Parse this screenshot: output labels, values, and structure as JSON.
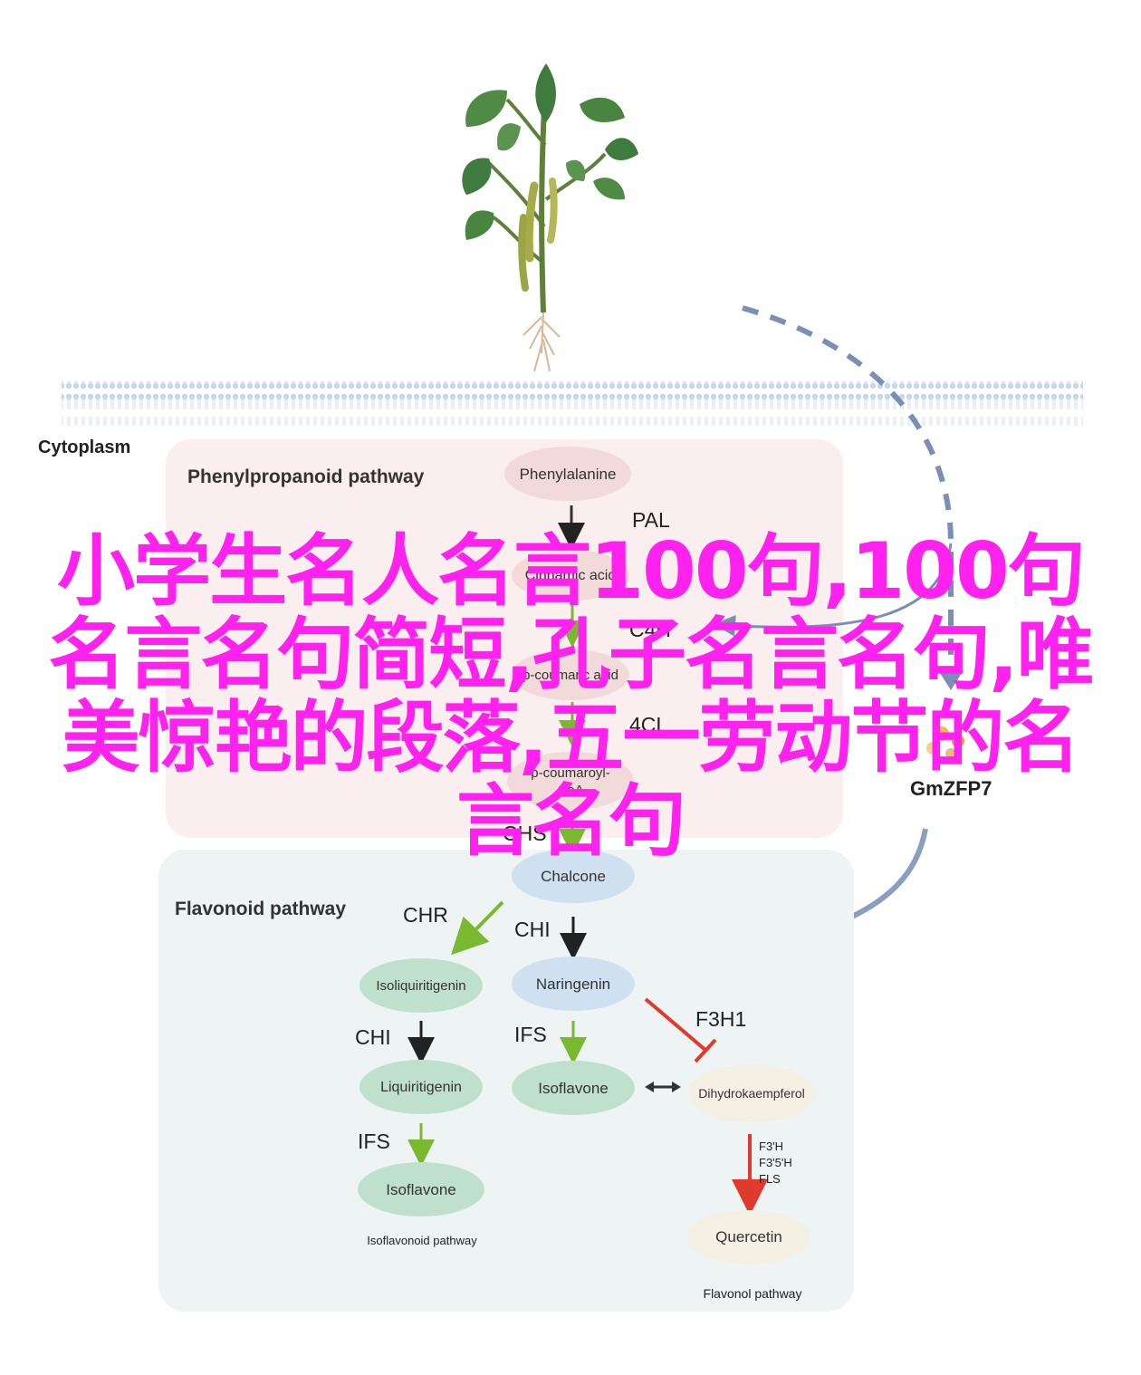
{
  "compartment_label": "Cytoplasm",
  "phenylpropanoid": {
    "title": "Phenylpropanoid pathway",
    "nodes": [
      "Phenylalanine",
      "Cinnamic acid",
      "p-coumaric acid",
      "p-coumaroyl-",
      "CoA"
    ],
    "enzymes": [
      "PAL",
      "C4H",
      "4CL",
      "CHS"
    ]
  },
  "regulator": "GmZFP7",
  "flavonoid": {
    "title": "Flavonoid pathway",
    "chalcone": "Chalcone",
    "chr": "CHR",
    "chi": "CHI",
    "isoliquiritigenin": "Isoliquiritigenin",
    "naringenin": "Naringenin",
    "chi2": "CHI",
    "ifs": "IFS",
    "f3h1": "F3H1",
    "liquiritigenin": "Liquiritigenin",
    "isoflavone_center": "Isoflavone",
    "dihydrokaempferol": "Dihydrokaempferol",
    "ifs2": "IFS",
    "f3h_group": [
      "F3'H",
      "F3'5'H",
      "FLS"
    ],
    "isoflavone_left": "Isoflavone",
    "quercetin": "Quercetin",
    "isoflavonoid_label": "Isoflavonoid pathway",
    "flavonol_label": "Flavonol pathway"
  },
  "overlay_text": "小学生名人名言100句,100句名言名句简短,孔子名言名句,唯美惊艳的段落,五一劳动节的名言名句",
  "colors": {
    "membrane": "#c9d8ec",
    "pink_box": "#fbeeee",
    "green_box": "#edf4f3",
    "pink_node": "#f2d9da",
    "blue_node": "#cfe0f0",
    "green_node": "#bfe0cc",
    "beige_node": "#f4f1e4",
    "overlay": "#ff22ee",
    "green_arrow": "#7ab82f",
    "red_arrow": "#e03a2f",
    "dash_arrow": "#7b8fb4"
  }
}
